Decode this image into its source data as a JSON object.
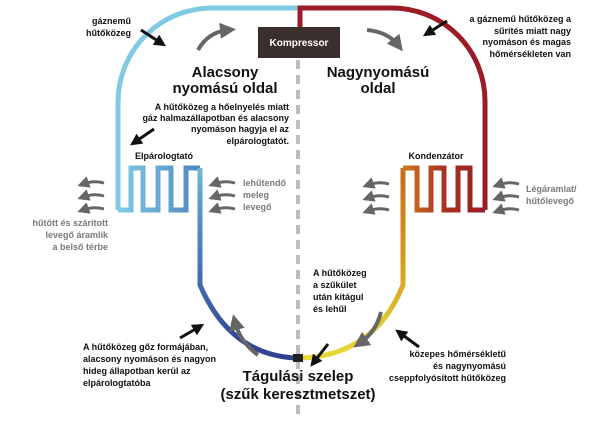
{
  "compressor": "Kompressor",
  "low_side": {
    "title": [
      "Alacsony",
      "nyomású oldal"
    ]
  },
  "high_side": {
    "title": [
      "Nagynyomású",
      "oldal"
    ]
  },
  "evaporator": "Elpárologtató",
  "condenser": "Kondenzátor",
  "valve": [
    "Tágulási szelep",
    "(szűk keresztmetszet)"
  ],
  "notes": {
    "gas_refrigerant": [
      "gáznemű",
      "hűtőközeg"
    ],
    "evap_exit": [
      "A hűtőközeg a hőelnyelés miatt",
      "gáz halmazállapotban és alacsony",
      "nyomáson hagyja el az",
      "elpárologtatót."
    ],
    "warm_air": [
      "lehűtendő",
      "meleg",
      "levegő"
    ],
    "cooled_air": [
      "hűtött és szárított",
      "levegő áramlik",
      "a belső térbe"
    ],
    "compressed": [
      "a gáznemű hűtőközeg a",
      "sűrítés miatt nagy",
      "nyomáson és magas",
      "hőmérsékleten van"
    ],
    "airflow": [
      "Légáramlat/",
      "hűtőlevegő"
    ],
    "expands": [
      "A hűtőközeg",
      "a szűkület",
      "után kitágul",
      "és lehűl"
    ],
    "vapor_enters": [
      "A hűtőközeg gőz formájában,",
      "alacsony nyomáson és nagyon",
      "hideg állapotban kerül az",
      "elpárologtatóba"
    ],
    "liquid": [
      "közepes hőmérsékletű",
      "és nagynyomású",
      "cseppfolyósított hűtőközeg"
    ]
  },
  "colors": {
    "cold_top": "#7fcbe4",
    "cold_bottom": "#2d3f90",
    "hot_top": "#9b1b26",
    "hot_mid": "#c8701e",
    "hot_bottom": "#e6dc36",
    "arrow_grey": "#666666"
  }
}
